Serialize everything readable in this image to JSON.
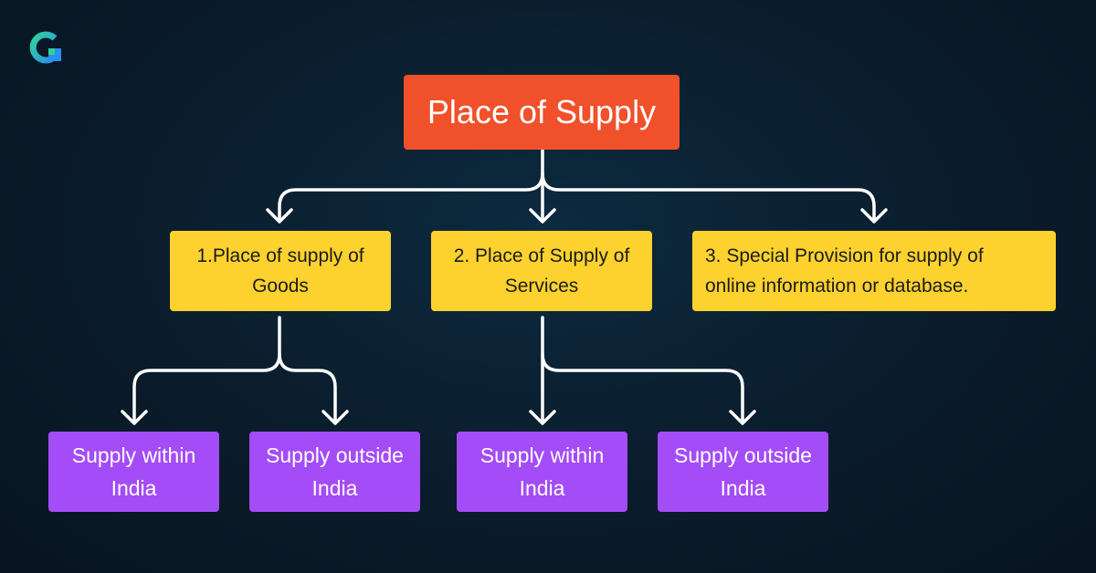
{
  "colors": {
    "background": "#0a1c2b",
    "root": "#f0502a",
    "category": "#fdd22e",
    "leaf": "#a34cf7",
    "connector": "#ffffff",
    "logo_green": "#2fd39a",
    "logo_blue": "#2a8ff0"
  },
  "logo": {
    "icon": "logo-g-icon"
  },
  "root": {
    "label": "Place of Supply"
  },
  "categories": [
    {
      "label": "1.Place of supply of\nGoods"
    },
    {
      "label": "2.  Place of Supply of\nServices"
    },
    {
      "label": "3.  Special Provision for supply of\n     online information or database."
    }
  ],
  "leaves": [
    {
      "label": "Supply within\nIndia"
    },
    {
      "label": "Supply outside\nIndia"
    },
    {
      "label": "Supply within\nIndia"
    },
    {
      "label": "Supply outside\nIndia"
    }
  ]
}
